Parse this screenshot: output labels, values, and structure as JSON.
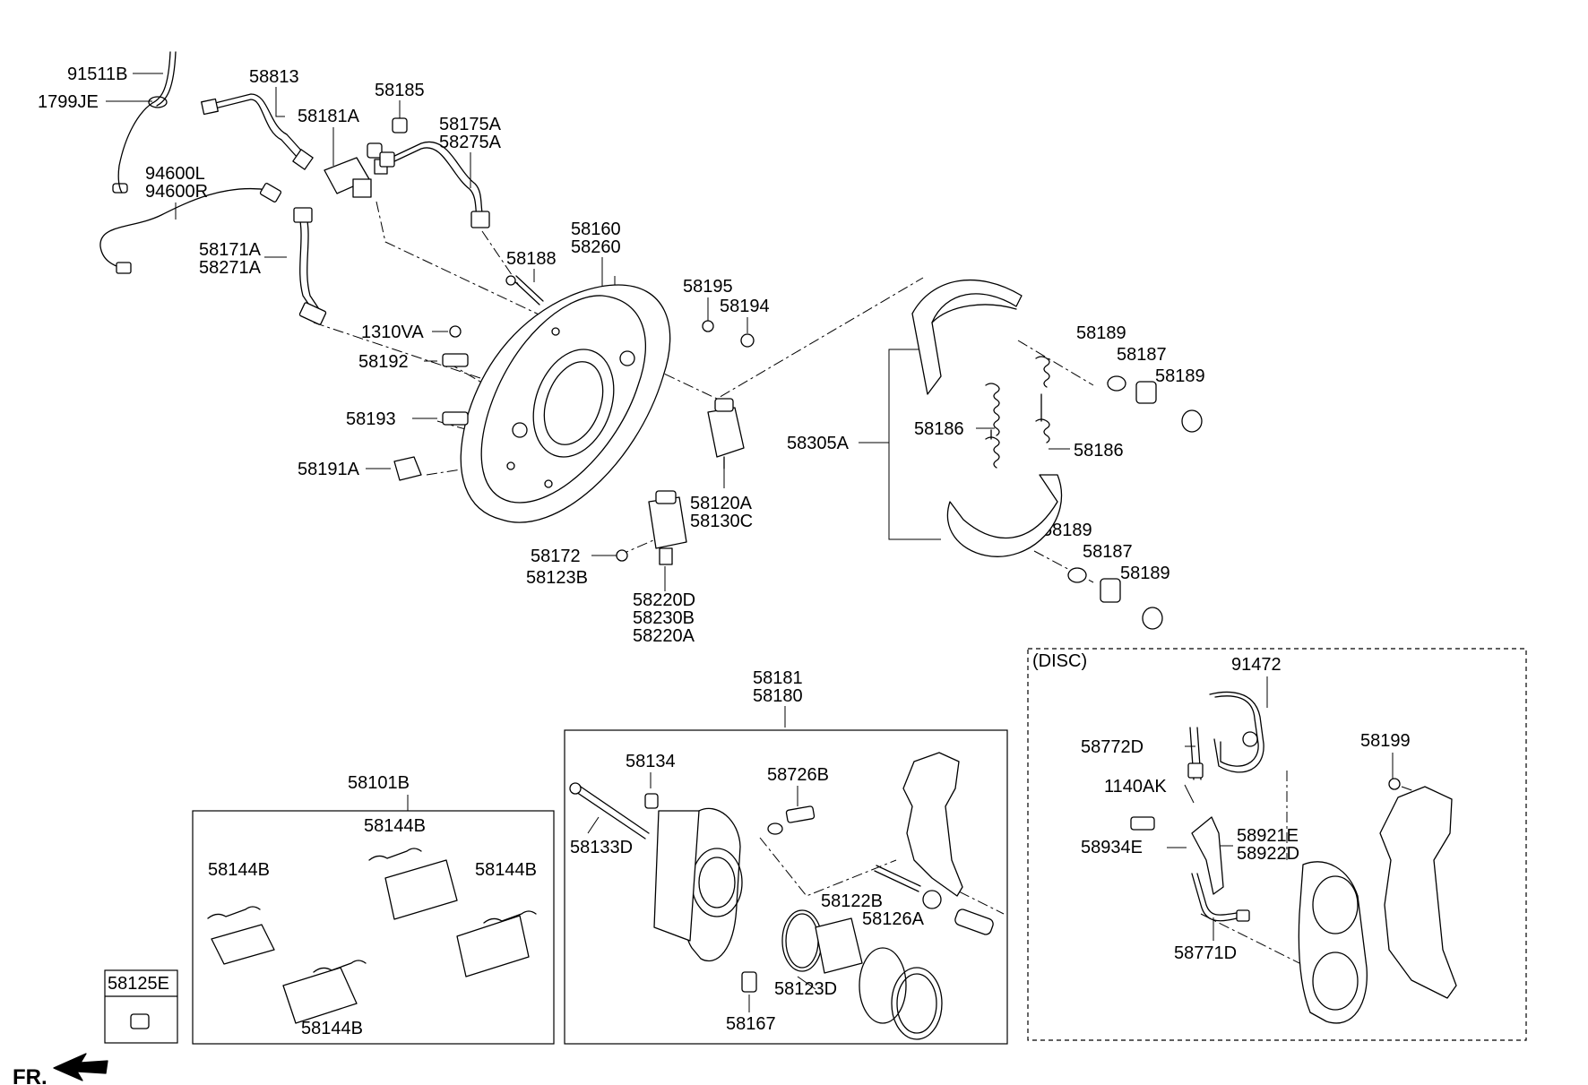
{
  "labels": {
    "l91511B": "91511B",
    "l1799JE": "1799JE",
    "l58813": "58813",
    "l58185": "58185",
    "l58181A": "58181A",
    "l58175A": "58175A",
    "l58275A": "58275A",
    "l94600L": "94600L",
    "l94600R": "94600R",
    "l58171A": "58171A",
    "l58271A": "58271A",
    "l58160": "58160",
    "l58260": "58260",
    "l58188": "58188",
    "l58195": "58195",
    "l58194": "58194",
    "l1310VA": "1310VA",
    "l58192": "58192",
    "l58193": "58193",
    "l58191A": "58191A",
    "l58120A": "58120A",
    "l58130C": "58130C",
    "l58172": "58172",
    "l58123B": "58123B",
    "l58220D": "58220D",
    "l58230B": "58230B",
    "l58220A": "58220A",
    "l58189a": "58189",
    "l58187a": "58187",
    "l58189b": "58189",
    "l58186a": "58186",
    "l58186b": "58186",
    "l58305A": "58305A",
    "l58189c": "58189",
    "l58187b": "58187",
    "l58189d": "58189",
    "l58181": "58181",
    "l58180": "58180",
    "l58101B": "58101B",
    "l58144Ba": "58144B",
    "l58144Bb": "58144B",
    "l58144Bc": "58144B",
    "l58144Bd": "58144B",
    "l58125E": "58125E",
    "l58134": "58134",
    "l58726B": "58726B",
    "l58133D": "58133D",
    "l58122B": "58122B",
    "l58126A": "58126A",
    "l58123D": "58123D",
    "l58167": "58167",
    "disc": "(DISC)",
    "l91472": "91472",
    "l58772D": "58772D",
    "l58199": "58199",
    "l1140AK": "1140AK",
    "l58921E": "58921E",
    "l58922D": "58922D",
    "l58934E": "58934E",
    "l58771D": "58771D",
    "fr": "FR."
  }
}
